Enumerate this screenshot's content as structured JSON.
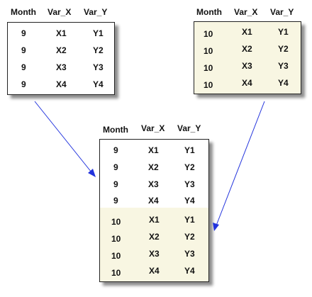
{
  "headers": [
    "Month",
    "Var_X",
    "Var_Y"
  ],
  "table_left": [
    [
      "9",
      "X1",
      "Y1"
    ],
    [
      "9",
      "X2",
      "Y2"
    ],
    [
      "9",
      "X3",
      "Y3"
    ],
    [
      "9",
      "X4",
      "Y4"
    ]
  ],
  "table_right": [
    [
      "10",
      "X1",
      "Y1"
    ],
    [
      "10",
      "X2",
      "Y2"
    ],
    [
      "10",
      "X3",
      "Y3"
    ],
    [
      "10",
      "X4",
      "Y4"
    ]
  ],
  "table_merged": [
    [
      "9",
      "X1",
      "Y1"
    ],
    [
      "9",
      "X2",
      "Y2"
    ],
    [
      "9",
      "X3",
      "Y3"
    ],
    [
      "9",
      "X4",
      "Y4"
    ],
    [
      "10",
      "X1",
      "Y1"
    ],
    [
      "10",
      "X2",
      "Y2"
    ],
    [
      "10",
      "X3",
      "Y3"
    ],
    [
      "10",
      "X4",
      "Y4"
    ]
  ],
  "colors": {
    "cream_fill": "#f8f6e2",
    "white_fill": "#ffffff",
    "arrow": "#2233dd"
  }
}
